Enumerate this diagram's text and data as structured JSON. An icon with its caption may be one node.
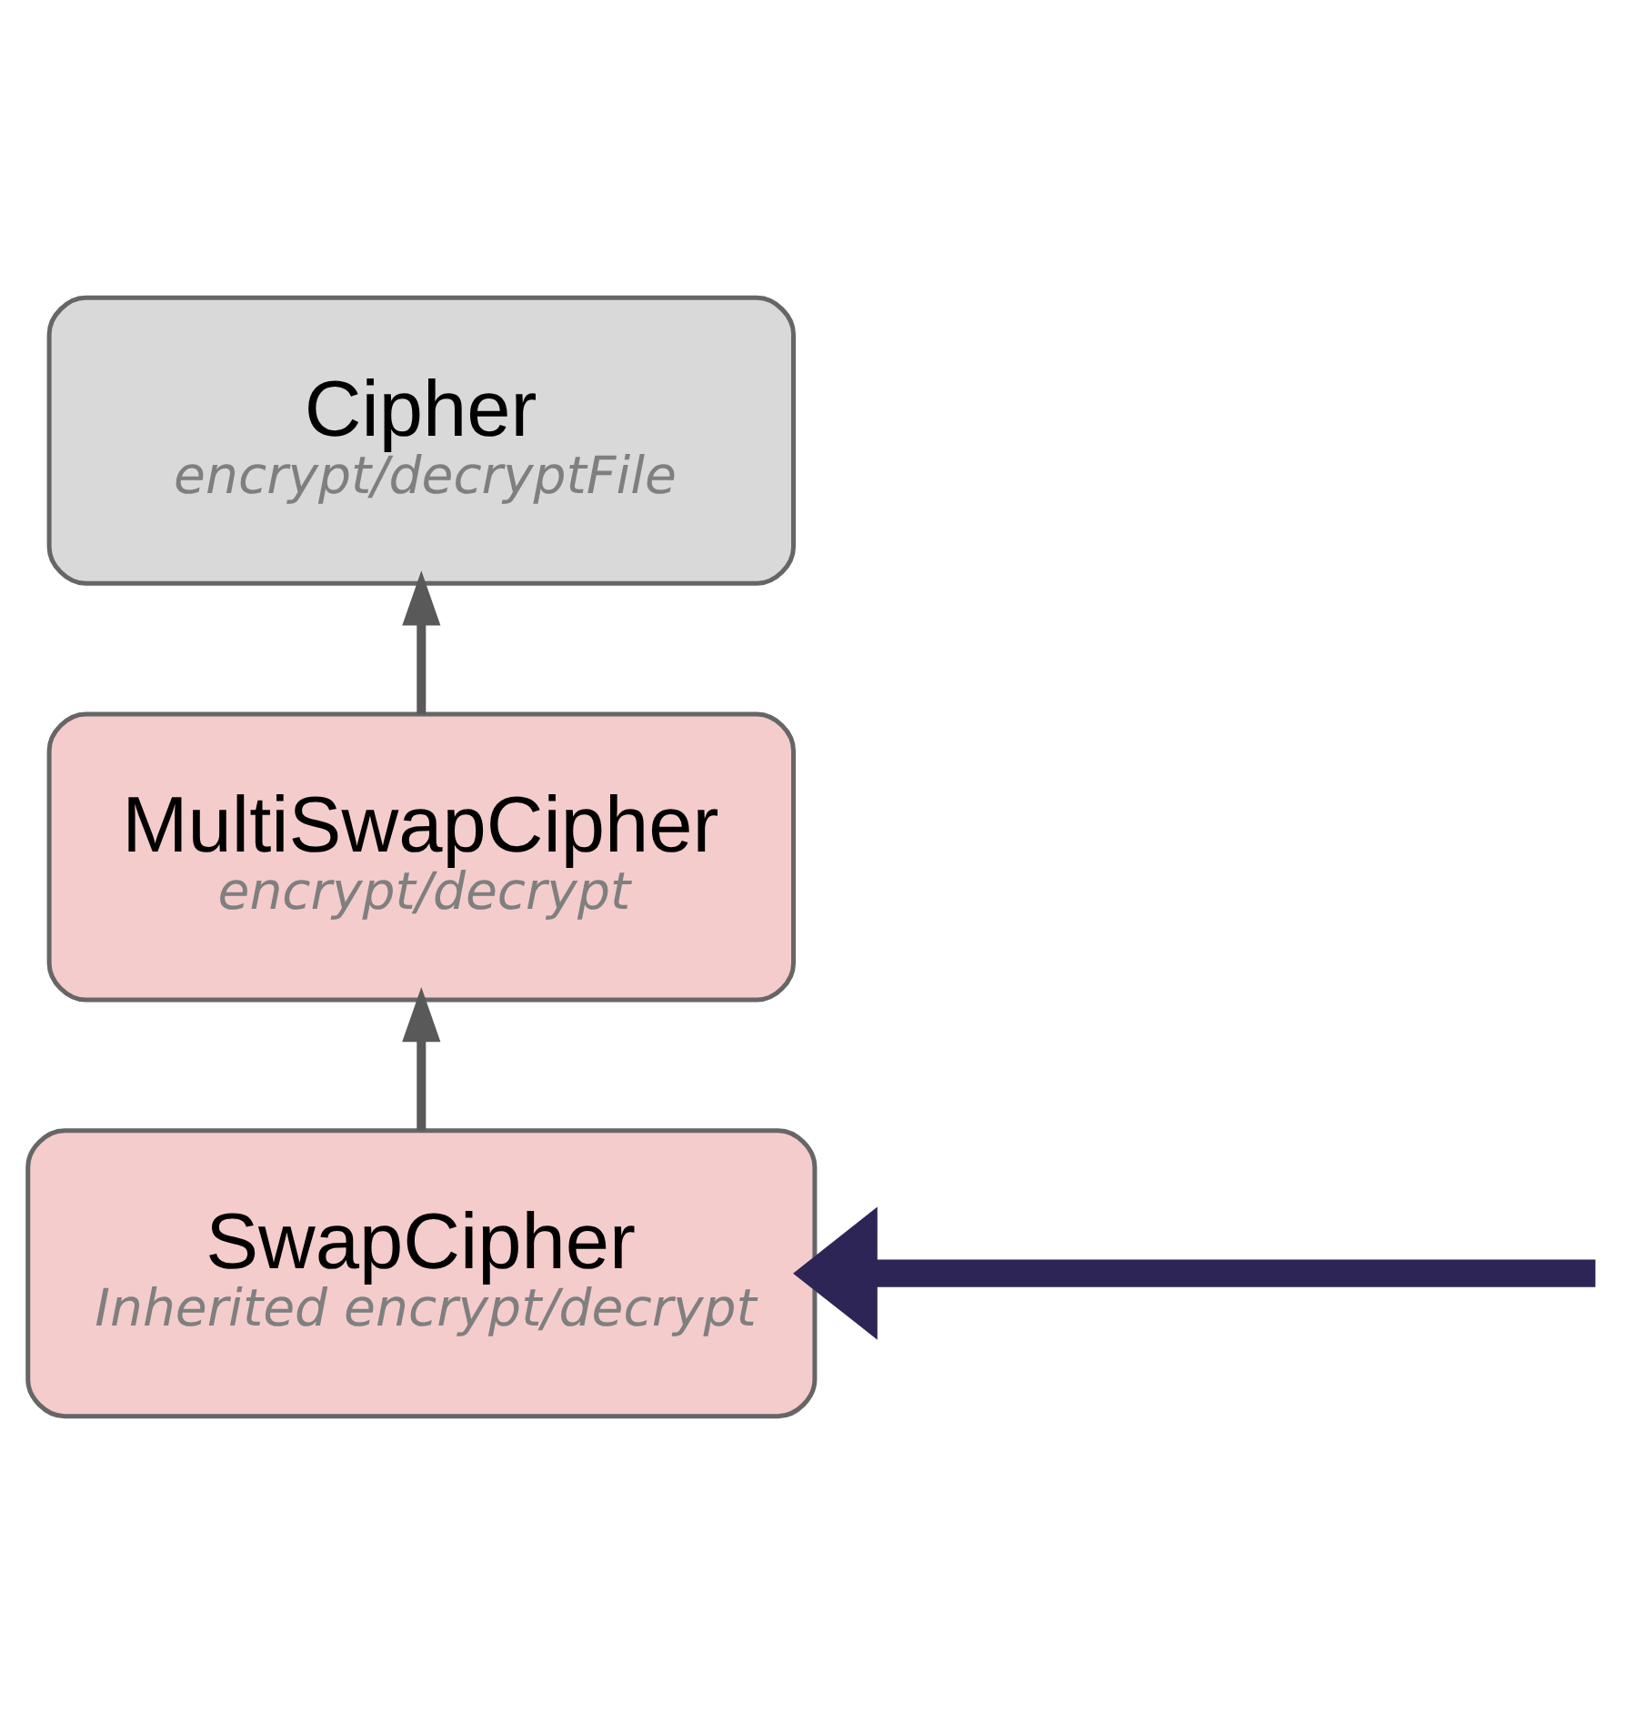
{
  "diagram": {
    "nodes": [
      {
        "text": [
          "Cipher",
          "encrypt/decryptFile"
        ]
      },
      {
        "text": [
          "MultiSwapCipher",
          "encrypt/decrypt"
        ]
      },
      {
        "text": [
          "SwapCipher",
          "Inherited encrypt/decrypt"
        ]
      }
    ],
    "edges": [
      {
        "from": 1,
        "to": 0,
        "arrow": "to"
      },
      {
        "from": 2,
        "to": 1,
        "arrow": "to"
      },
      {
        "from": null,
        "to": 2,
        "arrow": "to",
        "style": "thick",
        "color": "#2e2557"
      }
    ]
  }
}
